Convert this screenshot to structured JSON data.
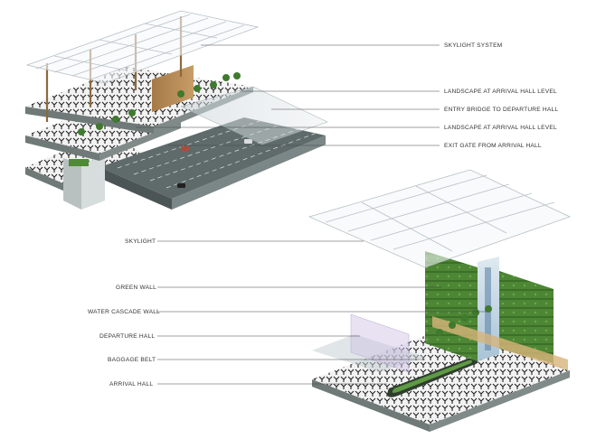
{
  "labels": {
    "skylight_system": "SKYLIGHT SYSTEM",
    "landscape_arrival_1": "LANDSCAPE AT ARRIVAL HALL LEVEL",
    "entry_bridge": "ENTRY BRIDGE TO DEPARTURE HALL",
    "landscape_arrival_2": "LANDSCAPE AT ARRIVAL HALL LEVEL",
    "exit_gate": "EXIT GATE FROM ARRIVAL HALL",
    "skylight": "SKYLIGHT",
    "green_wall": "GREEN WALL",
    "water_cascade": "WATER CASCADE WALL",
    "departure_hall": "DEPARTURE HALL",
    "baggage_belt": "BAGGAGE BELT",
    "arrival_hall": "ARRIVAL HALL"
  },
  "colors": {
    "slab": "#8e9a97",
    "slab_edge": "#6f7a78",
    "road": "#5f6b6b",
    "glass": "#cfd6d8",
    "green_wall": "#4f8a36",
    "wood": "#b58a55",
    "water": "#c7d9e6",
    "palm": "#3f7a2e"
  }
}
